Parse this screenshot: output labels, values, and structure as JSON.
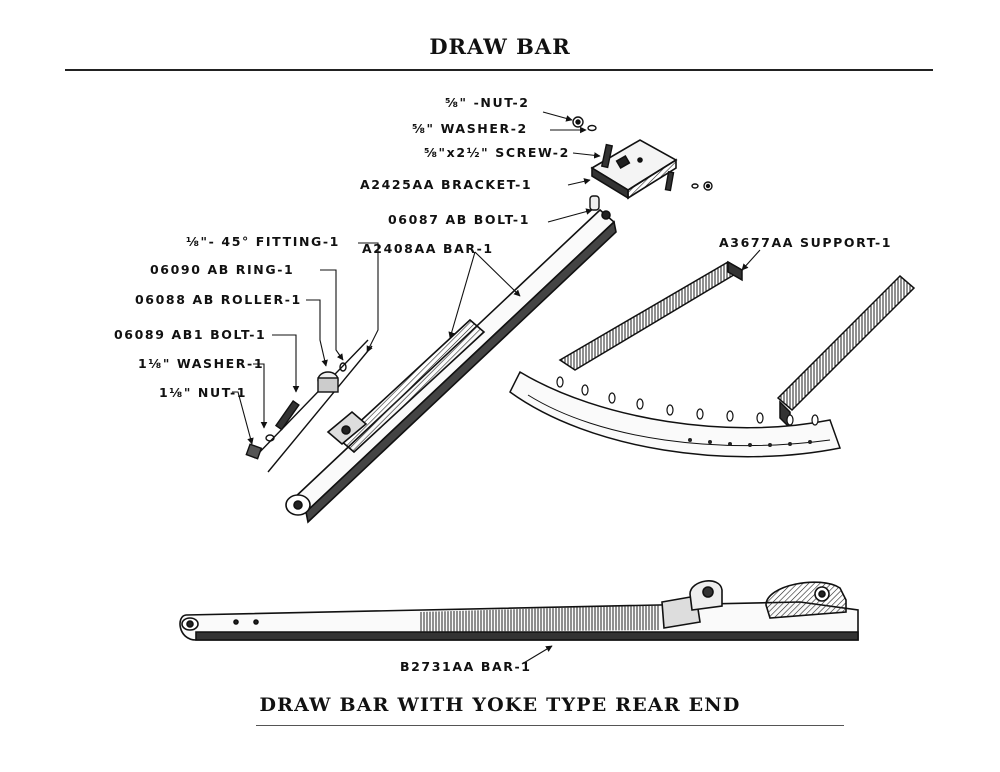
{
  "header": {
    "title": "DRAW BAR"
  },
  "footer": {
    "caption": "DRAW BAR WITH YOKE TYPE REAR END"
  },
  "labels": {
    "nut2": "⅝\" -NUT-2",
    "washer2": "⅝\" WASHER-2",
    "screw2": "⅝\"x2½\" SCREW-2",
    "bracket": "A2425AA BRACKET-1",
    "bolt06087": "06087 AB BOLT-1",
    "fitting": "⅛\"- 45° FITTING-1",
    "bar2408": "A2408AA BAR-1",
    "support": "A3677AA SUPPORT-1",
    "ring": "06090 AB RING-1",
    "roller": "06088 AB ROLLER-1",
    "bolt06089": "06089 AB1 BOLT-1",
    "washer1": "1⅛\" WASHER-1",
    "nut1": "1⅛\" NUT-1",
    "bar2731": "B2731AA BAR-1"
  }
}
